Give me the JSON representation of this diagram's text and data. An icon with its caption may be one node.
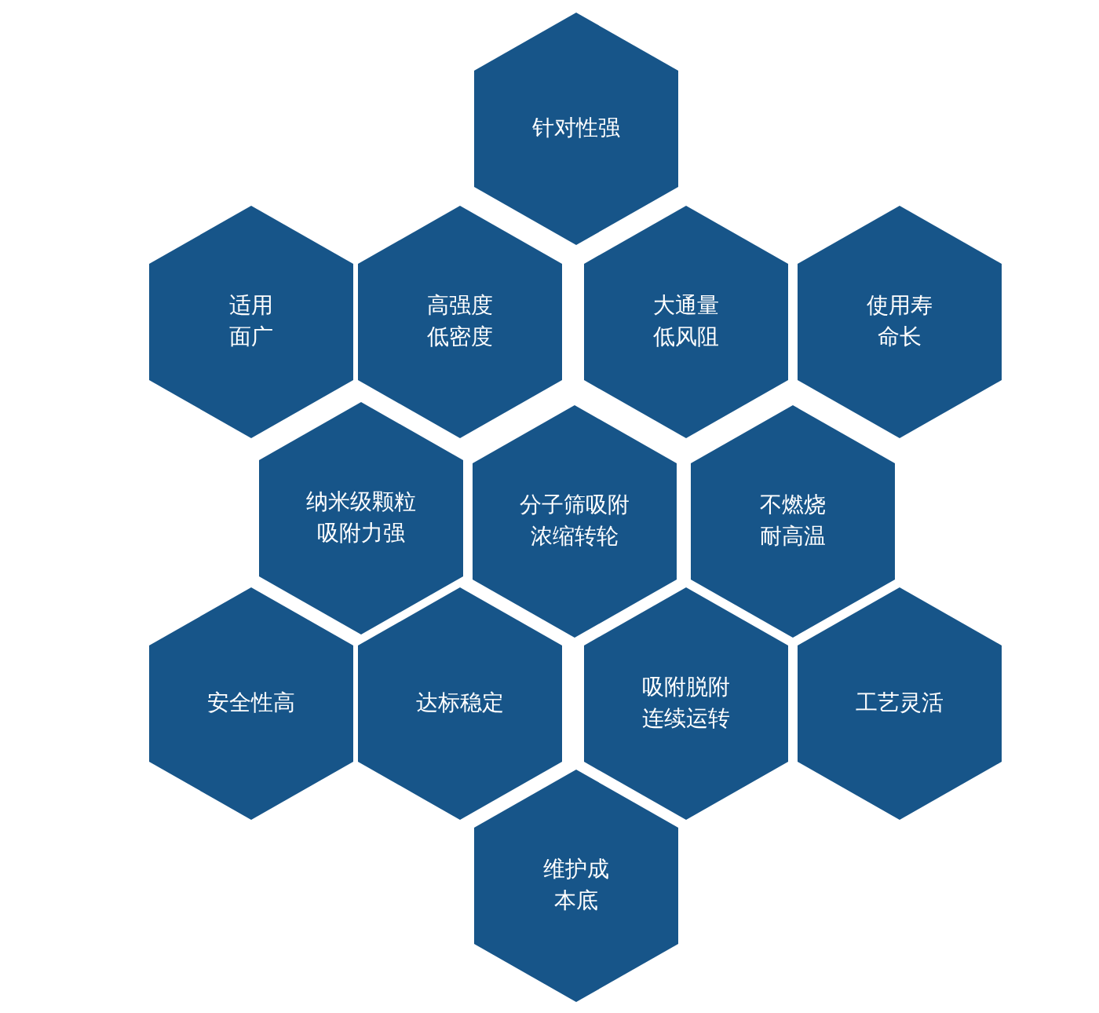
{
  "diagram": {
    "nodes": [
      {
        "text": [
          "针对性强"
        ]
      },
      {
        "text": [
          "适用面广"
        ]
      },
      {
        "text": [
          "高强度低密度"
        ]
      },
      {
        "text": [
          "大通量低风阻"
        ]
      },
      {
        "text": [
          "使用寿命长"
        ]
      },
      {
        "text": [
          "纳米级颗粒吸附力强"
        ]
      },
      {
        "text": [
          "分子筛吸附浓缩转轮"
        ]
      },
      {
        "text": [
          "不燃烧耐高温"
        ]
      },
      {
        "text": [
          "安全性高"
        ]
      },
      {
        "text": [
          "达标稳定"
        ]
      },
      {
        "text": [
          "吸附脱附连续运转"
        ]
      },
      {
        "text": [
          "工艺灵活"
        ]
      },
      {
        "text": [
          "维护成本底"
        ]
      }
    ]
  }
}
